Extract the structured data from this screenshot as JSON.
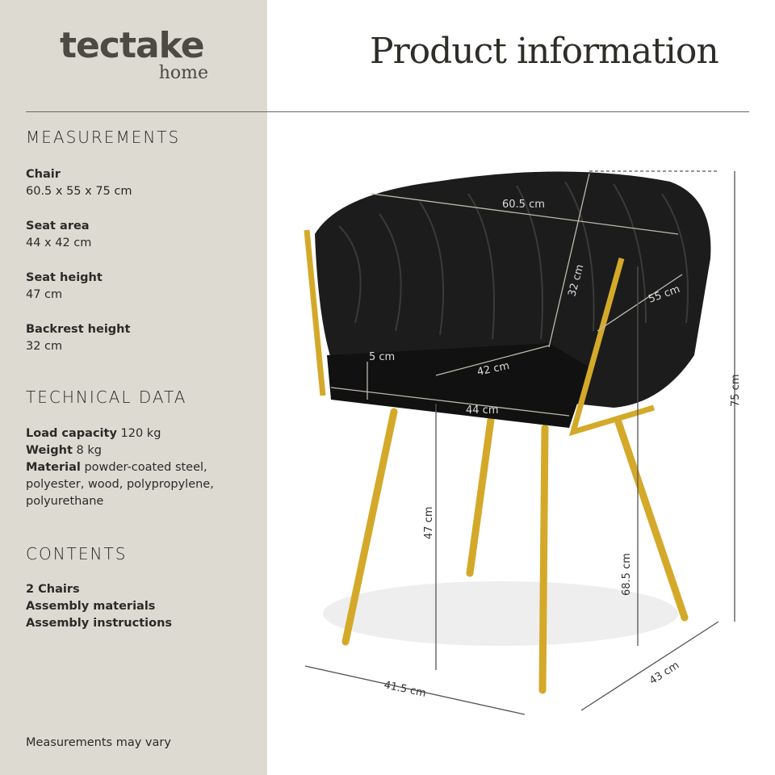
{
  "logo": {
    "brand": "tectake",
    "sub": "home"
  },
  "title": "Product information",
  "measurements": {
    "heading": "MEASUREMENTS",
    "items": [
      {
        "label": "Chair",
        "value": "60.5 x 55 x 75 cm"
      },
      {
        "label": "Seat area",
        "value": "44 x 42 cm"
      },
      {
        "label": "Seat height",
        "value": "47 cm"
      },
      {
        "label": "Backrest height",
        "value": "32 cm"
      }
    ]
  },
  "technical": {
    "heading": "TECHNICAL DATA",
    "load_label": "Load capacity",
    "load_value": " 120 kg",
    "weight_label": "Weight",
    "weight_value": " 8 kg",
    "material_label": "Material",
    "material_value": " powder-coated steel, polyester, wood, polypropylene, polyurethane"
  },
  "contents": {
    "heading": "CONTENTS",
    "items": [
      "2 Chairs",
      "Assembly materials",
      "Assembly instructions"
    ]
  },
  "note": "Measurements may vary",
  "dimensions": {
    "width": "60.5 cm",
    "backrest": "32 cm",
    "depth": "55 cm",
    "cushion": "5 cm",
    "seat_depth": "42 cm",
    "seat_width": "44 cm",
    "seat_height": "47 cm",
    "armrest_height": "68.5 cm",
    "total_height": "75 cm",
    "base_front": "41.5 cm",
    "base_side": "43 cm"
  },
  "colors": {
    "sidebar": "#dddad2",
    "upholstery": "#1c1c1c",
    "frame": "#d4a92a"
  }
}
